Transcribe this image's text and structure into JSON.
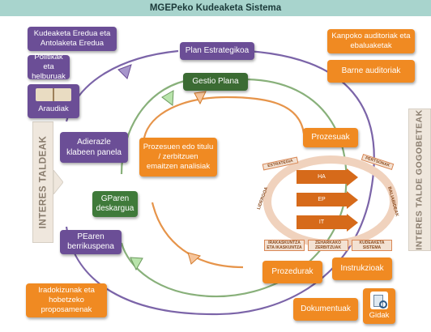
{
  "title": "MGEPeko Kudeaketa Sistema",
  "left_boxes": {
    "eredua": "Kudeaketa Eredua eta Antolaketa Eredua",
    "politikak": "Politikak eta helburuak",
    "araudiak": "Araudiak",
    "adierazle": "Adierazle klabeen panela",
    "gparen": "GParen deskargua",
    "pearen": "PEaren berrikuspena",
    "iradokizunak": "Iradokizunak eta hobetzeko proposamenak"
  },
  "top_boxes": {
    "plan": "Plan Estrategikoa",
    "gestio": "Gestio Plana"
  },
  "center_box": "Prozesuen edo titulu / zerbitzuen emaitzen analisiak",
  "right_boxes": {
    "kanpoko": "Kanpoko auditoriak eta ebaluaketak",
    "barne": "Barne auditoriak",
    "prozesuak": "Prozesuak",
    "prozedurak": "Prozedurak",
    "instrukzioak": "Instrukzioak",
    "dokumentuak": "Dokumentuak",
    "gidak": "Gidak"
  },
  "side_labels": {
    "left": "INTERES TALDEAK",
    "right": "INTERES TALDE GOGOBETEAK"
  },
  "process_map": {
    "top_left": "ESTRATEGIA",
    "left": "LIDERGOA",
    "top_right": "PERTSONAK",
    "right": "BALIABIDEAK",
    "rows": [
      "HA",
      "EP",
      "IT"
    ],
    "bottom": [
      "IRAKASKUNTZA ETA IKASKUNTZA",
      "ZEHARKAKO ZERBITZUAK",
      "KUDEAKETA SISTEMA"
    ]
  },
  "colors": {
    "purple": "#6b4e96",
    "orange": "#f08a22",
    "green": "#3b6b33",
    "header": "#a8d4cd"
  }
}
